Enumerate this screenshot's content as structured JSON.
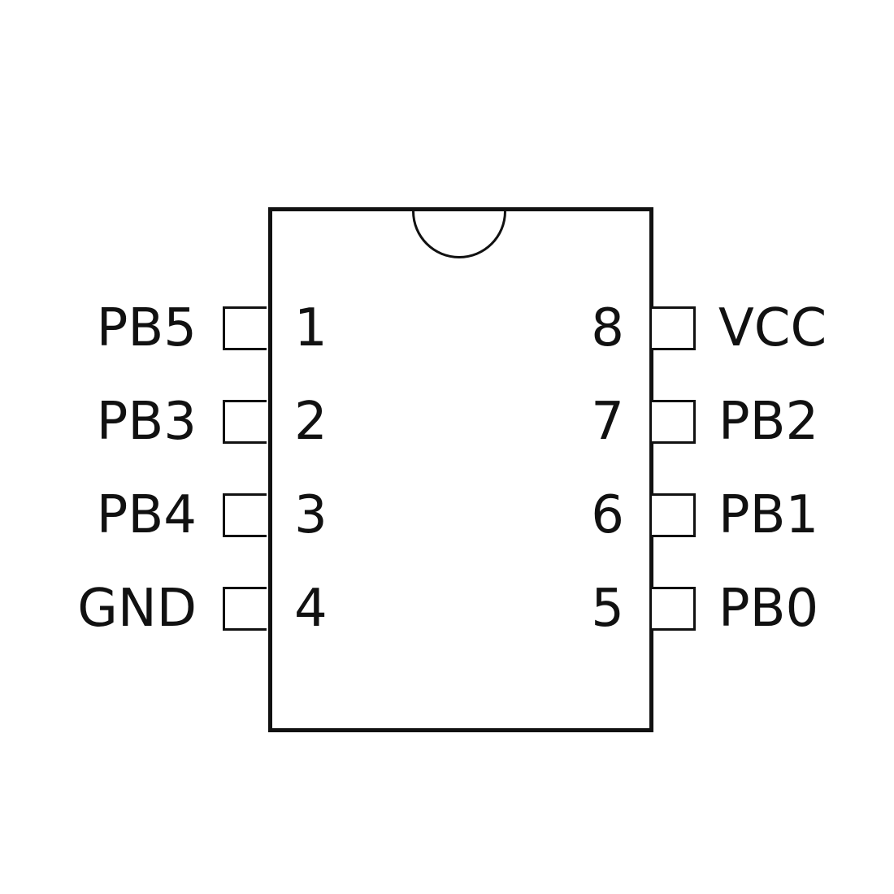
{
  "diagram": {
    "type": "ic-pinout",
    "package": "8-pin DIP",
    "left_pins": [
      {
        "number": "1",
        "name": "PB5"
      },
      {
        "number": "2",
        "name": "PB3"
      },
      {
        "number": "3",
        "name": "PB4"
      },
      {
        "number": "4",
        "name": "GND"
      }
    ],
    "right_pins": [
      {
        "number": "8",
        "name": "VCC"
      },
      {
        "number": "7",
        "name": "PB2"
      },
      {
        "number": "6",
        "name": "PB1"
      },
      {
        "number": "5",
        "name": "PB0"
      }
    ],
    "colors": {
      "stroke": "#111111",
      "background": "#ffffff"
    }
  }
}
